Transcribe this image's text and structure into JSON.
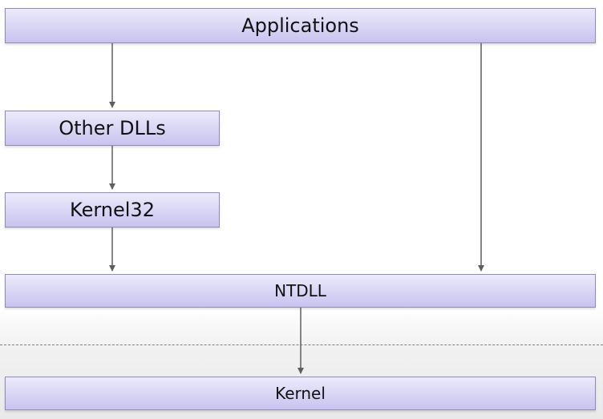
{
  "diagram": {
    "layers": [
      {
        "id": "applications",
        "label": "Applications"
      },
      {
        "id": "other_dlls",
        "label": "Other DLLs"
      },
      {
        "id": "kernel32",
        "label": "Kernel32"
      },
      {
        "id": "ntdll",
        "label": "NTDLL"
      },
      {
        "id": "kernel",
        "label": "Kernel"
      }
    ],
    "edges": [
      {
        "from": "applications",
        "to": "other_dlls"
      },
      {
        "from": "other_dlls",
        "to": "kernel32"
      },
      {
        "from": "kernel32",
        "to": "ntdll"
      },
      {
        "from": "applications",
        "to": "ntdll"
      },
      {
        "from": "ntdll",
        "to": "kernel"
      }
    ],
    "colors": {
      "box_fill_top": "#ecebfb",
      "box_fill_bottom": "#c8c3ef",
      "box_border": "#8e8bb8",
      "arrow": "#5f5f5f",
      "divider": "#7f7f7f",
      "kernel_zone": "#e9e9e9"
    },
    "divider_style": "dashed"
  }
}
